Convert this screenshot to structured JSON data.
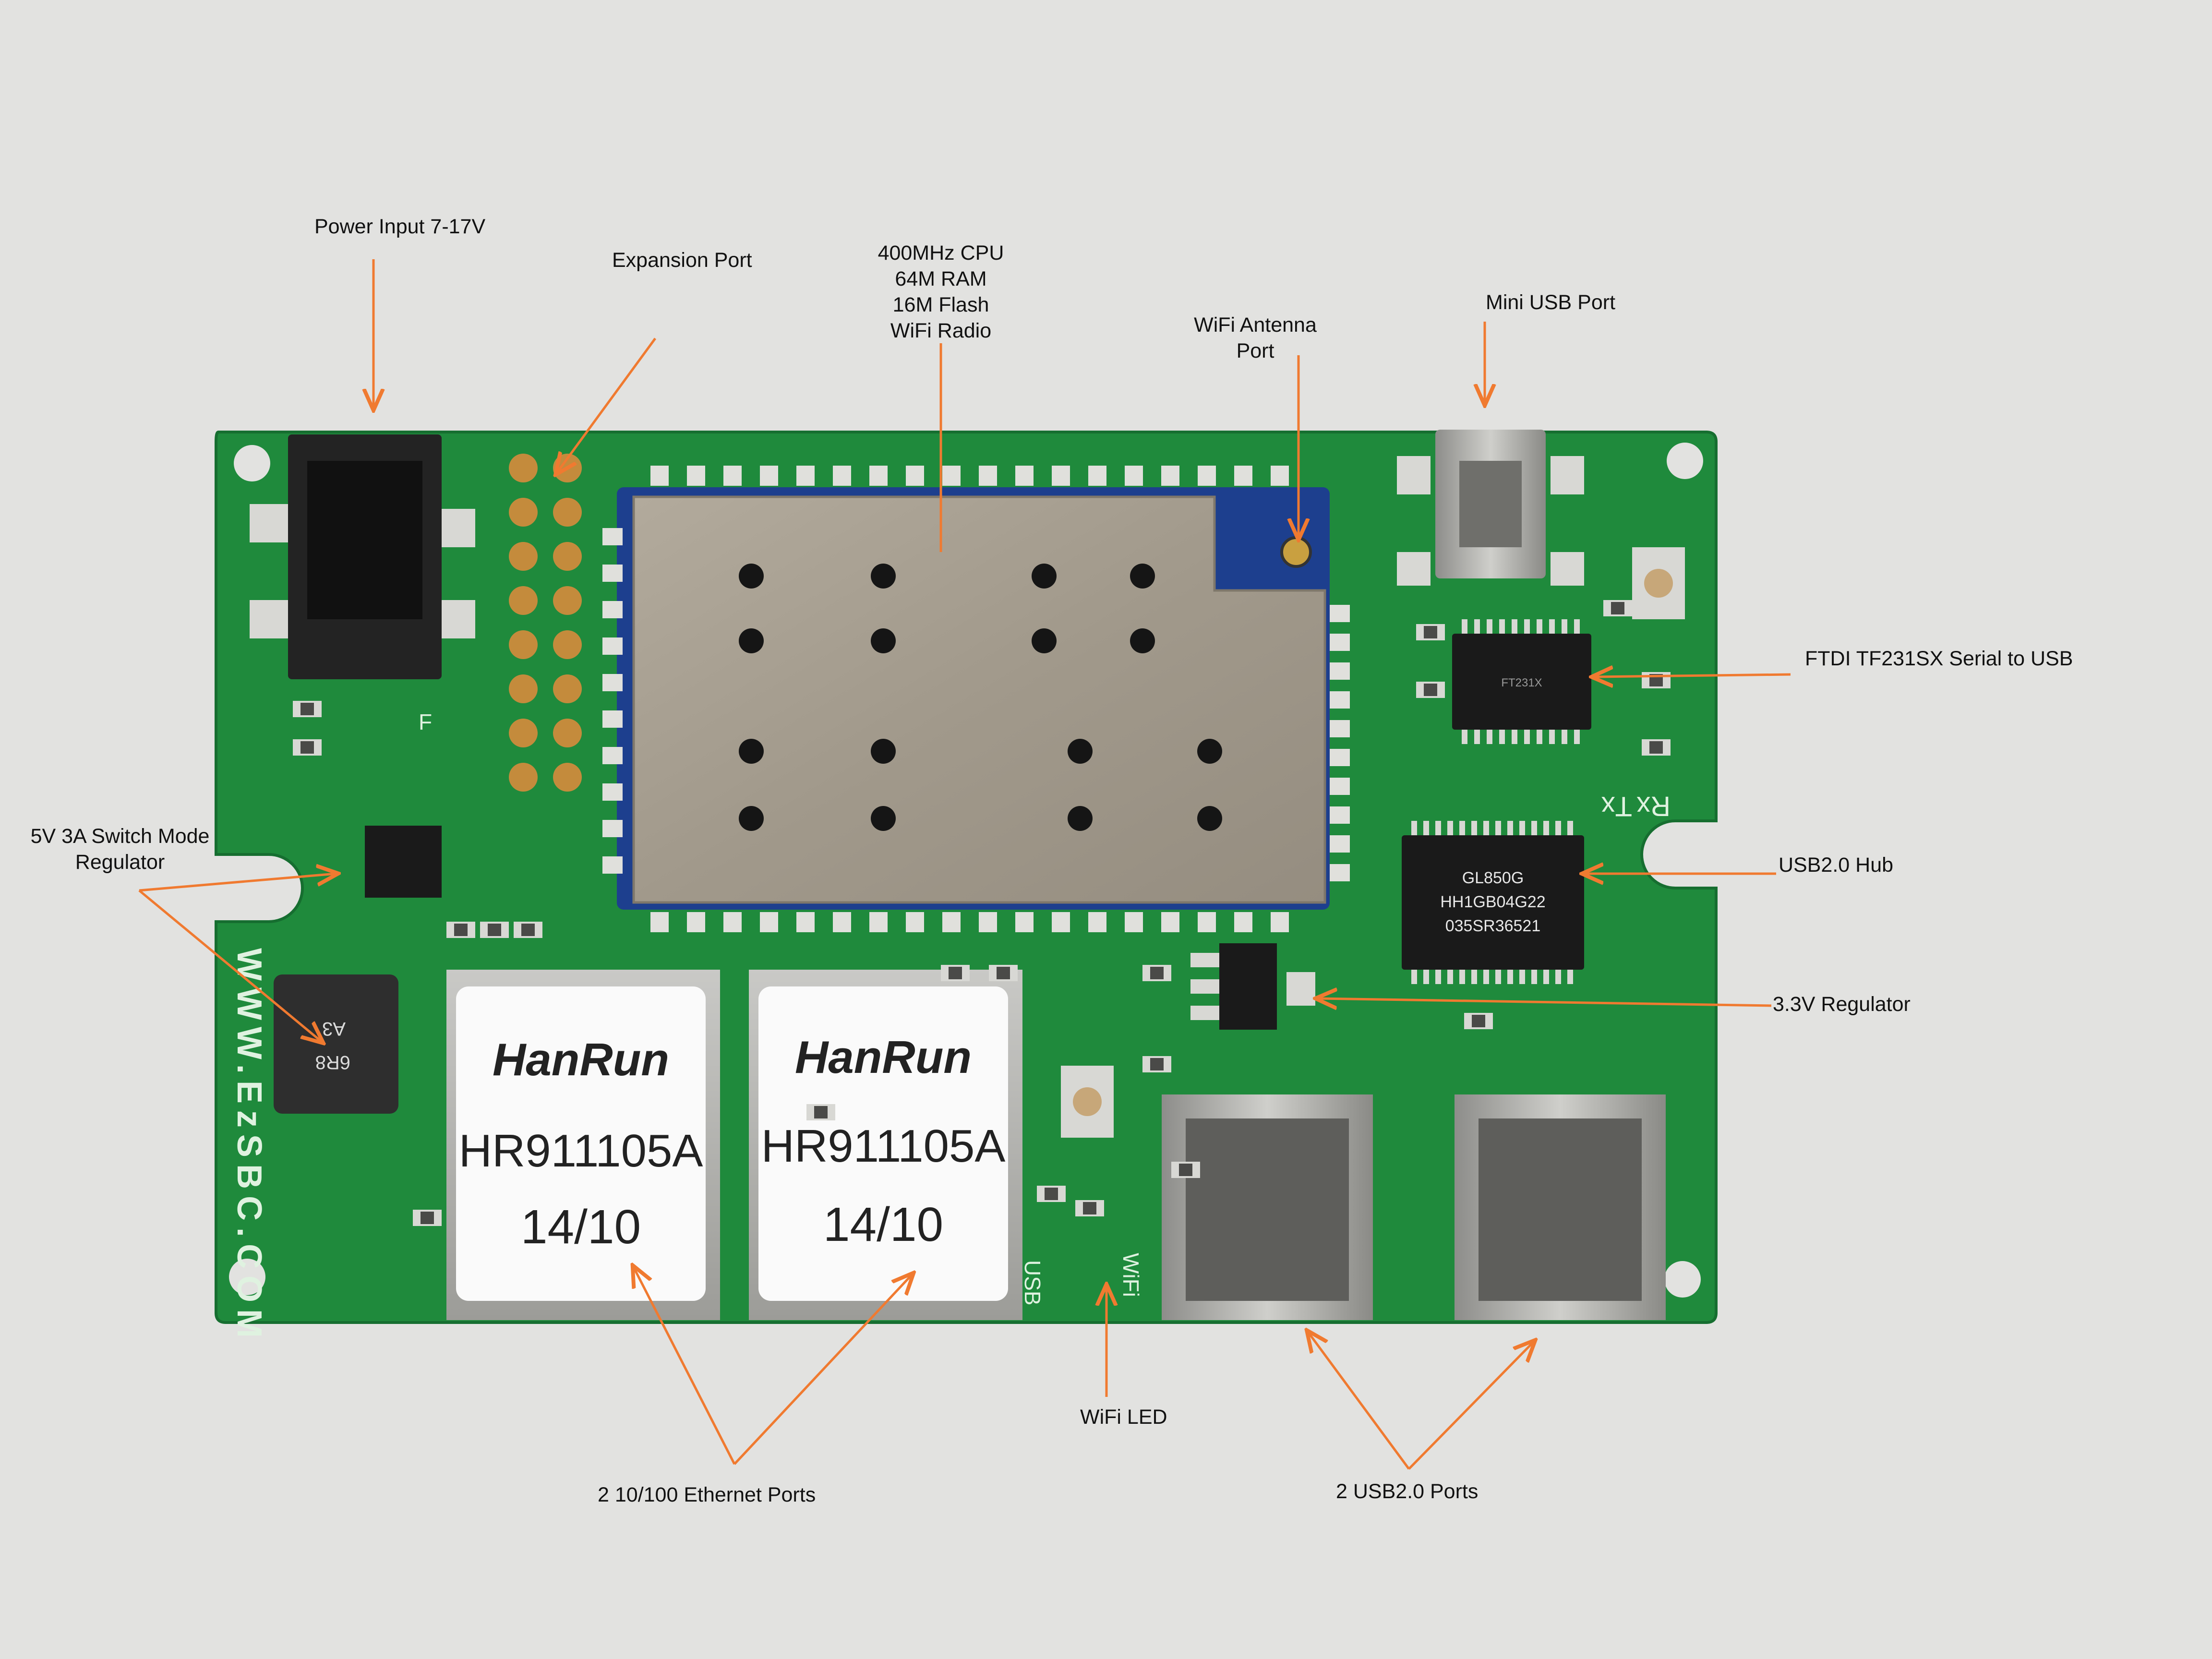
{
  "annotations": {
    "power_input": "Power Input 7-17V",
    "expansion_port": "Expansion Port",
    "cpu": [
      "400MHz CPU",
      "64M RAM",
      "16M Flash",
      "WiFi Radio"
    ],
    "wifi_antenna": [
      "WiFi Antenna",
      "Port"
    ],
    "mini_usb": "Mini USB Port",
    "ftdi": "FTDI TF231SX Serial to USB",
    "switch_regulator": [
      "5V 3A Switch Mode",
      "Regulator"
    ],
    "usb_hub": "USB2.0 Hub",
    "regulator_33": "3.3V Regulator",
    "wifi_led": "WiFi LED",
    "ethernet": "2 10/100 Ethernet Ports",
    "usb_ports": "2 USB2.0 Ports"
  },
  "board": {
    "website": "WWW.EzSBC.COM",
    "silk_rx": "Rx",
    "silk_tx": "Tx",
    "silk_usb": "USB",
    "silk_wifi": "WiFi",
    "silk_f": "F"
  },
  "chips": {
    "hub_chip": [
      "GL850G",
      "HH1GB04G22",
      "035SR36521"
    ],
    "ftdi_chip": "FT231X",
    "inductor": [
      "A3",
      "6R8"
    ]
  },
  "jacks": [
    {
      "brand": "HanRun",
      "model": "HR911105A",
      "date": "14/10"
    },
    {
      "brand": "HanRun",
      "model": "HR911105A",
      "date": "14/10"
    }
  ],
  "colors": {
    "background": "#e2e2e0",
    "pcb": "#1f8a3c",
    "pcb_dark": "#156b2c",
    "shield": "#a59c8e",
    "annotation_arrow": "#f07a30"
  }
}
